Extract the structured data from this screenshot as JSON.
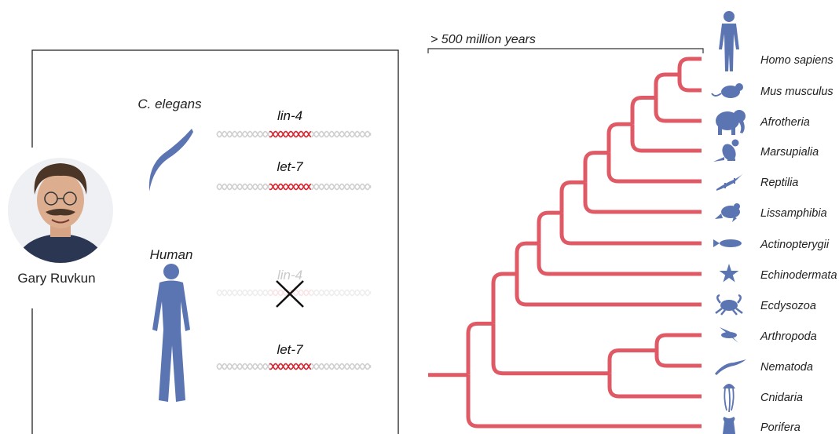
{
  "colors": {
    "accent_red": "#e05a66",
    "silhouette_blue": "#5b74b2",
    "dna_grey": "#cfcfcf",
    "dna_red": "#d9232e",
    "frame": "#222222"
  },
  "left_panel": {
    "person_name": "Gary Ruvkun",
    "c_elegans_label": "C. elegans",
    "human_label": "Human",
    "genes": {
      "c_elegans_1": "lin-4",
      "c_elegans_2": "let-7",
      "human_1": "lin-4",
      "human_2": "let-7"
    },
    "human_lin4_absent": true
  },
  "tree": {
    "scale_label": "> 500 million years",
    "taxa": [
      {
        "name": "Homo sapiens",
        "icon": "human-icon"
      },
      {
        "name": "Mus musculus",
        "icon": "mouse-icon"
      },
      {
        "name": "Afrotheria",
        "icon": "elephant-icon"
      },
      {
        "name": "Marsupialia",
        "icon": "kangaroo-icon"
      },
      {
        "name": "Reptilia",
        "icon": "lizard-icon"
      },
      {
        "name": "Lissamphibia",
        "icon": "frog-icon"
      },
      {
        "name": "Actinopterygii",
        "icon": "fish-icon"
      },
      {
        "name": "Echinodermata",
        "icon": "starfish-icon"
      },
      {
        "name": "Ecdysozoa",
        "icon": "crab-icon"
      },
      {
        "name": "Arthropoda",
        "icon": "fly-icon"
      },
      {
        "name": "Nematoda",
        "icon": "worm-icon"
      },
      {
        "name": "Cnidaria",
        "icon": "jellyfish-icon"
      },
      {
        "name": "Porifera",
        "icon": "sponge-icon"
      }
    ]
  }
}
